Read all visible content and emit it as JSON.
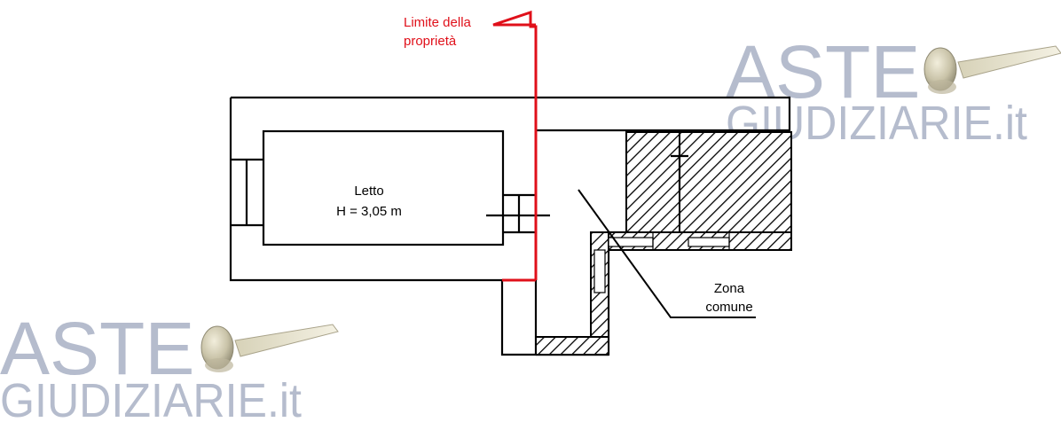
{
  "labels": {
    "property_limit_line1": "Limite della",
    "property_limit_line2": "proprietà",
    "room_name": "Letto",
    "room_height": "H = 3,05 m",
    "common_zone_line1": "Zona",
    "common_zone_line2": "comune"
  },
  "watermark": {
    "line1": "ASTE",
    "line2": "GIUDIZIARIE.it",
    "icon": "gavel-icon"
  },
  "colors": {
    "wall": "#000000",
    "property_limit": "#e0101a",
    "watermark": "#b5bccd"
  }
}
